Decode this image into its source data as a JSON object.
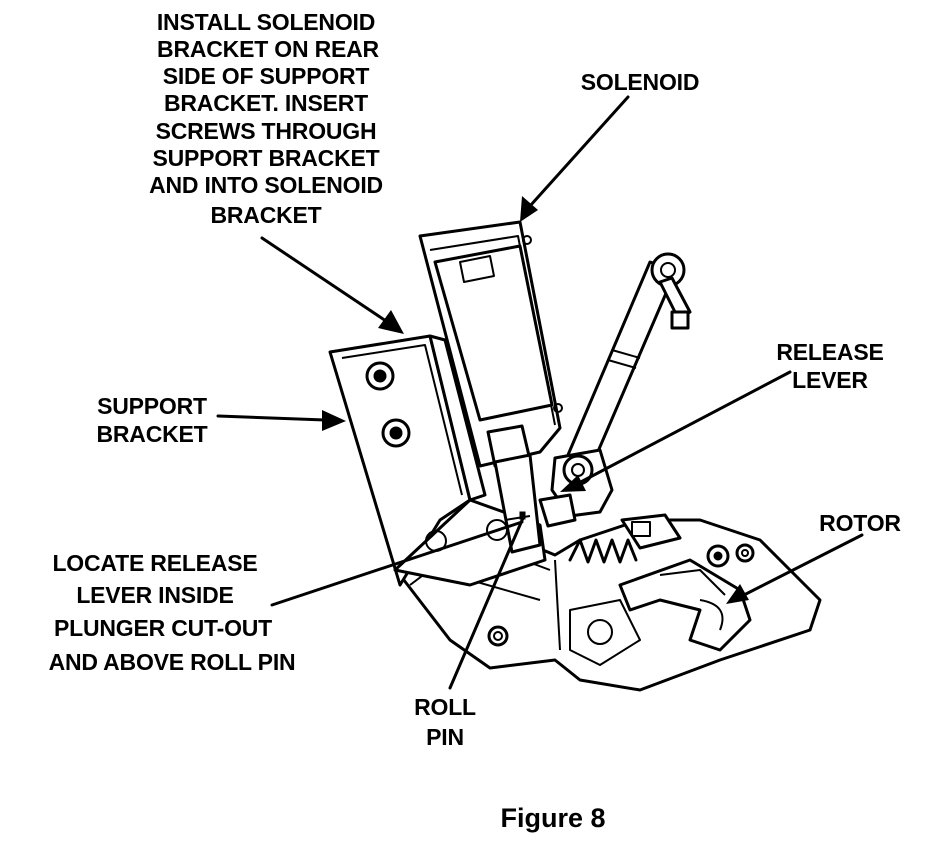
{
  "labels": {
    "install_note": [
      "INSTALL SOLENOID",
      "BRACKET ON REAR",
      "SIDE OF SUPPORT",
      "BRACKET. INSERT",
      "SCREWS THROUGH",
      "SUPPORT BRACKET",
      "AND INTO SOLENOID",
      "BRACKET"
    ],
    "solenoid": "SOLENOID",
    "release_lever": [
      "RELEASE",
      "LEVER"
    ],
    "support_bracket": [
      "SUPPORT",
      "BRACKET"
    ],
    "rotor": "ROTOR",
    "locate_note": [
      "LOCATE RELEASE",
      "LEVER INSIDE",
      "PLUNGER CUT-OUT",
      "AND ABOVE ROLL PIN"
    ],
    "roll_pin": [
      "ROLL",
      "PIN"
    ]
  },
  "caption": "Figure 8"
}
